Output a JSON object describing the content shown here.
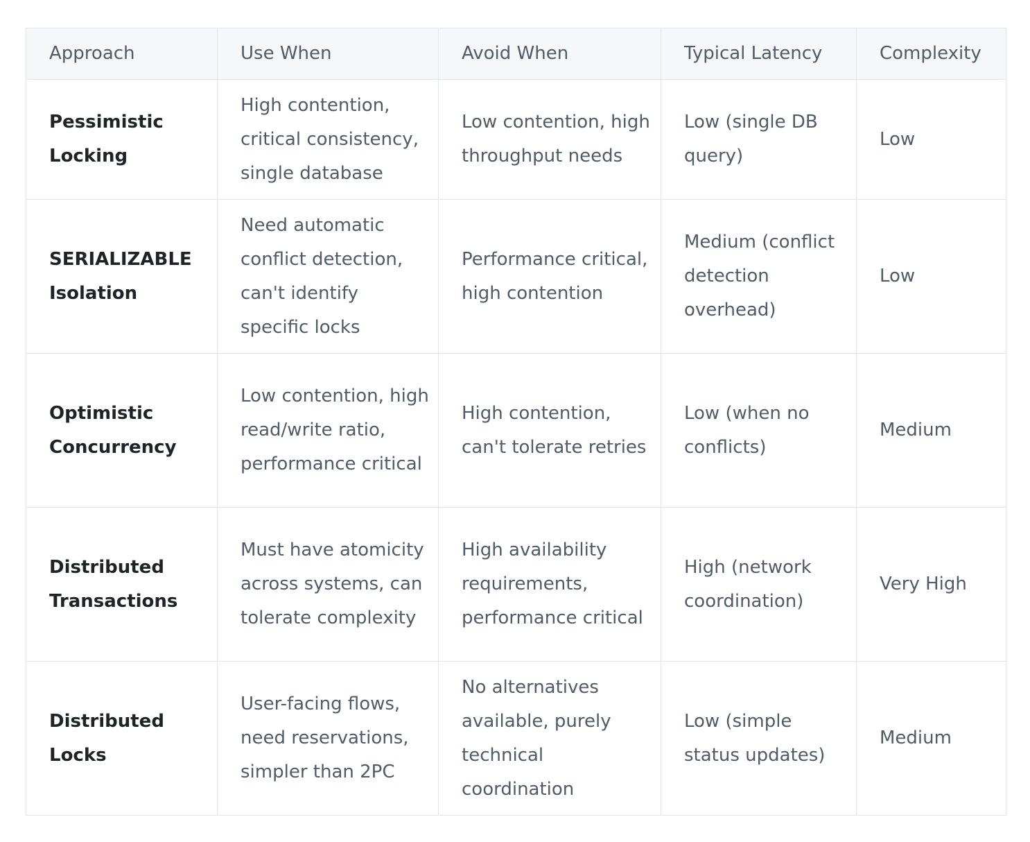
{
  "table": {
    "headers": [
      "Approach",
      "Use When",
      "Avoid When",
      "Typical Latency",
      "Complexity"
    ],
    "rows": [
      {
        "approach": "Pessimistic Locking",
        "use_when": "High contention, critical consistency, single database",
        "avoid_when": "Low contention, high throughput needs",
        "latency": "Low (single DB query)",
        "complexity": "Low"
      },
      {
        "approach": "SERIALIZABLE Isolation",
        "use_when": "Need automatic conflict detection, can't identify specific locks",
        "avoid_when": "Performance critical, high contention",
        "latency": "Medium (conflict detection overhead)",
        "complexity": "Low"
      },
      {
        "approach": "Optimistic Concurrency",
        "use_when": "Low contention, high read/write ratio, performance critical",
        "avoid_when": "High contention, can't tolerate retries",
        "latency": "Low (when no conflicts)",
        "complexity": "Medium"
      },
      {
        "approach": "Distributed Transactions",
        "use_when": "Must have atomicity across systems, can tolerate complexity",
        "avoid_when": "High availability requirements, performance critical",
        "latency": "High (network coordination)",
        "complexity": "Very High"
      },
      {
        "approach": "Distributed Locks",
        "use_when": "User-facing flows, need reservations, simpler than 2PC",
        "avoid_when": "No alternatives available, purely technical coordination",
        "latency": "Low (simple status updates)",
        "complexity": "Medium"
      }
    ]
  },
  "colors": {
    "header_background": "#f5f7f9",
    "border": "#e2e6ea",
    "body_text": "#4f5b69",
    "approach_text": "#1f2328"
  }
}
